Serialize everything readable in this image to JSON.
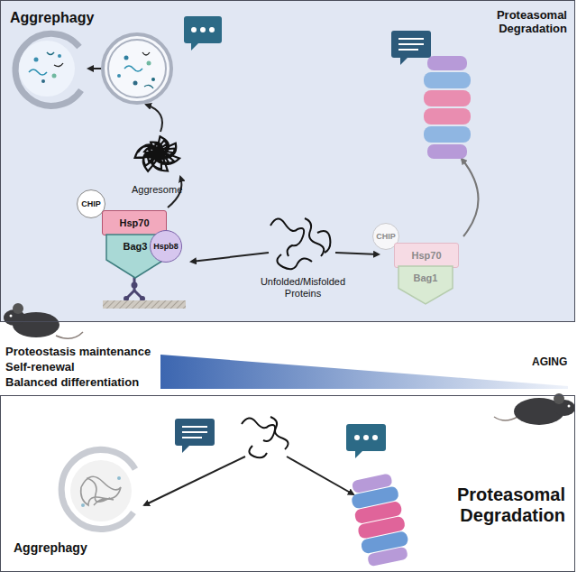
{
  "diagram": {
    "nodes": [
      {
        "text": [
          "Aggrephagy",
          "Proteasomal Degradation"
        ]
      },
      {
        "text": [
          "CHIP"
        ],
        "in": 0
      },
      {
        "text": [
          "Hsp70"
        ],
        "in": 0
      },
      {
        "text": [
          "Bag3"
        ],
        "in": 0
      },
      {
        "text": [
          "Hspb8"
        ],
        "in": 0
      },
      {
        "text": [
          "CHIP"
        ],
        "in": 0
      },
      {
        "text": [
          "Hsp70"
        ],
        "in": 0
      },
      {
        "text": [
          "Bag1"
        ],
        "in": 0
      },
      {
        "text": [
          "Aggrephagy",
          "Proteasomal Degradation"
        ]
      }
    ],
    "labels": [
      "Aggresome",
      "Unfolded/Misfolded Proteins",
      "Proteostasis maintenance",
      "Self-renewal",
      "Balanced differentiation",
      "AGING"
    ]
  }
}
